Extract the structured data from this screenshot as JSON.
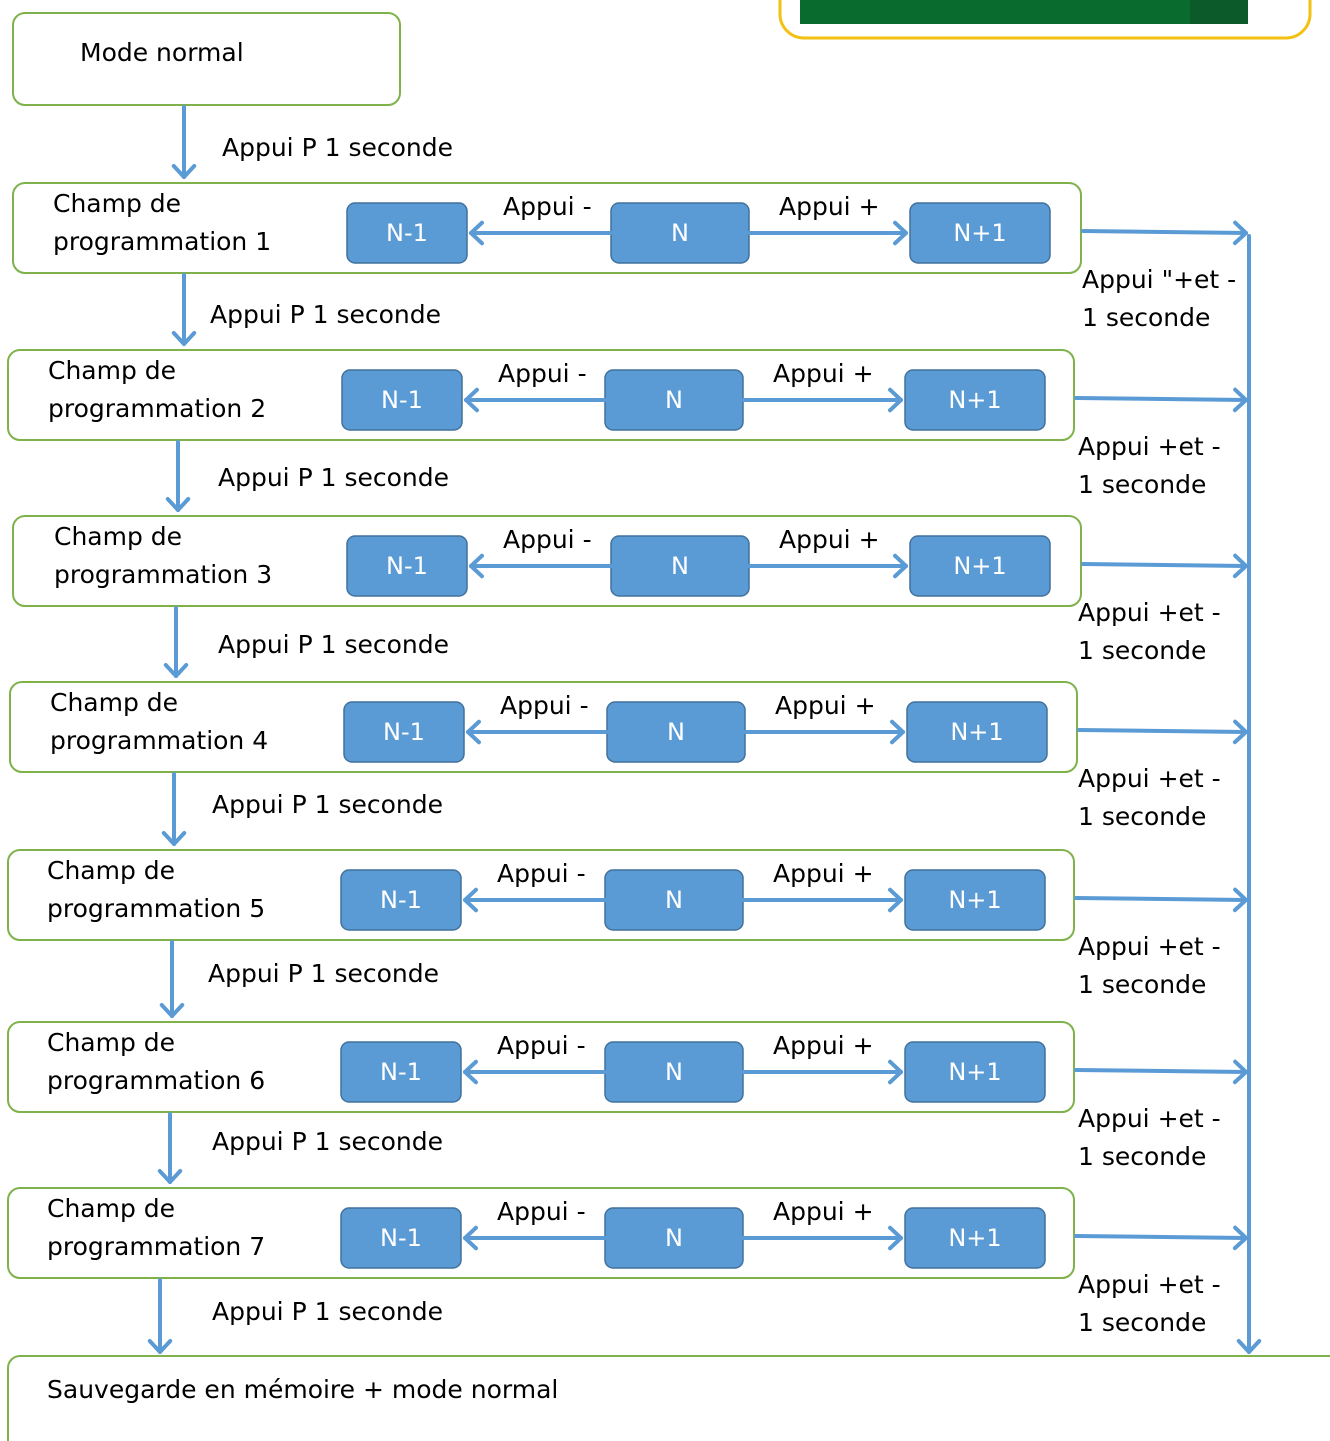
{
  "colors": {
    "box_border": "#7fb24b",
    "blue_fill": "#5b9bd5",
    "blue_border": "#41719c",
    "arrow": "#5b9bd5",
    "frame_border": "#f2c111",
    "image_green": "#0a6b2e"
  },
  "top_image": {
    "kind": "cropped-photo-frame"
  },
  "start": {
    "label": "Mode normal"
  },
  "fields": [
    {
      "label": "Champ de\nprogrammation 1",
      "left": "N-1",
      "center": "N",
      "right": "N+1",
      "minus_label": "Appui -",
      "plus_label": "Appui +",
      "side_label": "Appui \"+et -\n1 seconde"
    },
    {
      "label": "Champ de\nprogrammation 2",
      "left": "N-1",
      "center": "N",
      "right": "N+1",
      "minus_label": "Appui -",
      "plus_label": "Appui +",
      "side_label": "Appui +et -\n1 seconde"
    },
    {
      "label": "Champ de\nprogrammation 3",
      "left": "N-1",
      "center": "N",
      "right": "N+1",
      "minus_label": "Appui -",
      "plus_label": "Appui +",
      "side_label": "Appui +et -\n1 seconde"
    },
    {
      "label": "Champ de\nprogrammation 4",
      "left": "N-1",
      "center": "N",
      "right": "N+1",
      "minus_label": "Appui -",
      "plus_label": "Appui +",
      "side_label": "Appui +et -\n1 seconde"
    },
    {
      "label": "Champ de\nprogrammation 5",
      "left": "N-1",
      "center": "N",
      "right": "N+1",
      "minus_label": "Appui -",
      "plus_label": "Appui +",
      "side_label": "Appui +et -\n1 seconde"
    },
    {
      "label": "Champ de\nprogrammation 6",
      "left": "N-1",
      "center": "N",
      "right": "N+1",
      "minus_label": "Appui -",
      "plus_label": "Appui +",
      "side_label": "Appui +et -\n1 seconde"
    },
    {
      "label": "Champ de\nprogrammation 7",
      "left": "N-1",
      "center": "N",
      "right": "N+1",
      "minus_label": "Appui -",
      "plus_label": "Appui +",
      "side_label": "Appui +et -\n1 seconde"
    }
  ],
  "step_labels": [
    "Appui P  1 seconde",
    "Appui P  1 seconde",
    "Appui P  1 seconde",
    "Appui P  1 seconde",
    "Appui P  1 seconde",
    "Appui P  1 seconde",
    "Appui P  1 seconde",
    "Appui P  1 seconde"
  ],
  "end": {
    "label": "Sauvegarde en mémoire  + mode normal"
  }
}
